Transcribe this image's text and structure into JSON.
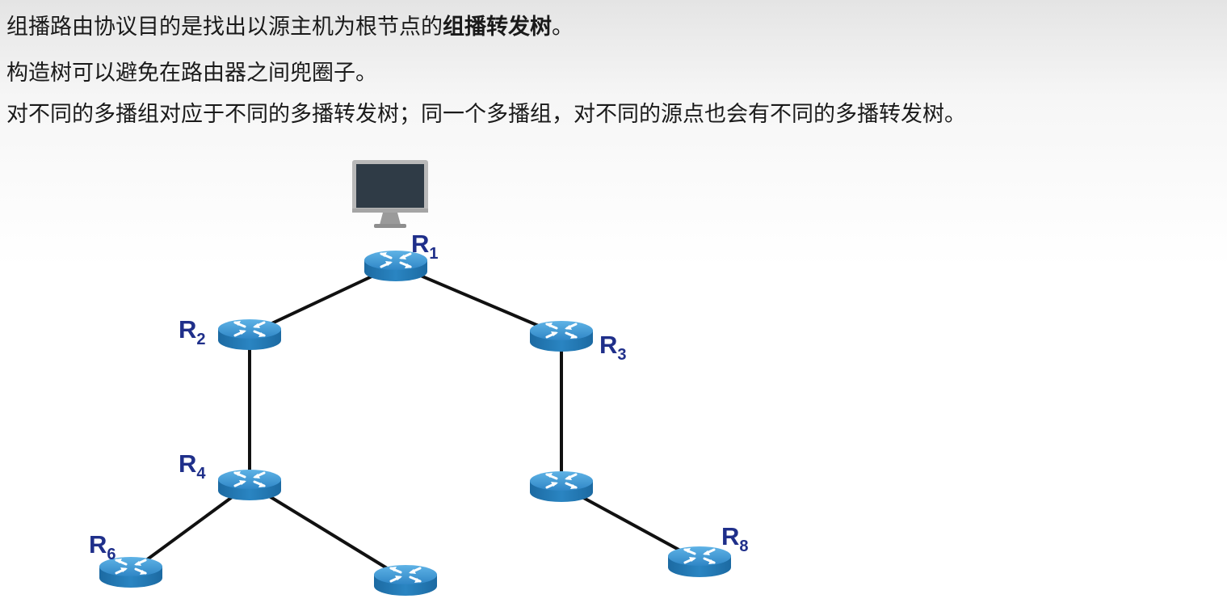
{
  "text": {
    "line1_prefix": "组播路由协议目的是找出以源主机为根节点的",
    "line1_bold": "组播转发树",
    "line1_suffix": "。",
    "line2": "构造树可以避免在路由器之间兜圈子。",
    "line3": "对不同的多播组对应于不同的多播转发树；同一个多播组，对不同的源点也会有不同的多播转发树。"
  },
  "diagram": {
    "nodes": [
      {
        "id": "host",
        "kind": "computer",
        "icon": "monitor-icon",
        "label": ""
      },
      {
        "id": "R1",
        "kind": "router",
        "icon": "router-icon",
        "label_main": "R",
        "label_sub": "1"
      },
      {
        "id": "R2",
        "kind": "router",
        "icon": "router-icon",
        "label_main": "R",
        "label_sub": "2"
      },
      {
        "id": "R3",
        "kind": "router",
        "icon": "router-icon",
        "label_main": "R",
        "label_sub": "3"
      },
      {
        "id": "R4",
        "kind": "router",
        "icon": "router-icon",
        "label_main": "R",
        "label_sub": "4"
      },
      {
        "id": "R5",
        "kind": "router",
        "icon": "router-icon",
        "label": ""
      },
      {
        "id": "R6",
        "kind": "router",
        "icon": "router-icon",
        "label_main": "R",
        "label_sub": "6"
      },
      {
        "id": "R7",
        "kind": "router",
        "icon": "router-icon",
        "label": ""
      },
      {
        "id": "R8",
        "kind": "router",
        "icon": "router-icon",
        "label_main": "R",
        "label_sub": "8"
      }
    ],
    "edges": [
      {
        "from": "R1",
        "to": "R2"
      },
      {
        "from": "R1",
        "to": "R3"
      },
      {
        "from": "R2",
        "to": "R4"
      },
      {
        "from": "R3",
        "to": "R5"
      },
      {
        "from": "R4",
        "to": "R6"
      },
      {
        "from": "R4",
        "to": "R7"
      },
      {
        "from": "R5",
        "to": "R8"
      }
    ],
    "colors": {
      "router_top": "#3f9ad6",
      "router_side": "#1f6fa8",
      "link": "#111111",
      "label": "#1f2f8a",
      "monitor_frame": "#b9b9b9",
      "monitor_screen": "#2f3b46"
    }
  }
}
